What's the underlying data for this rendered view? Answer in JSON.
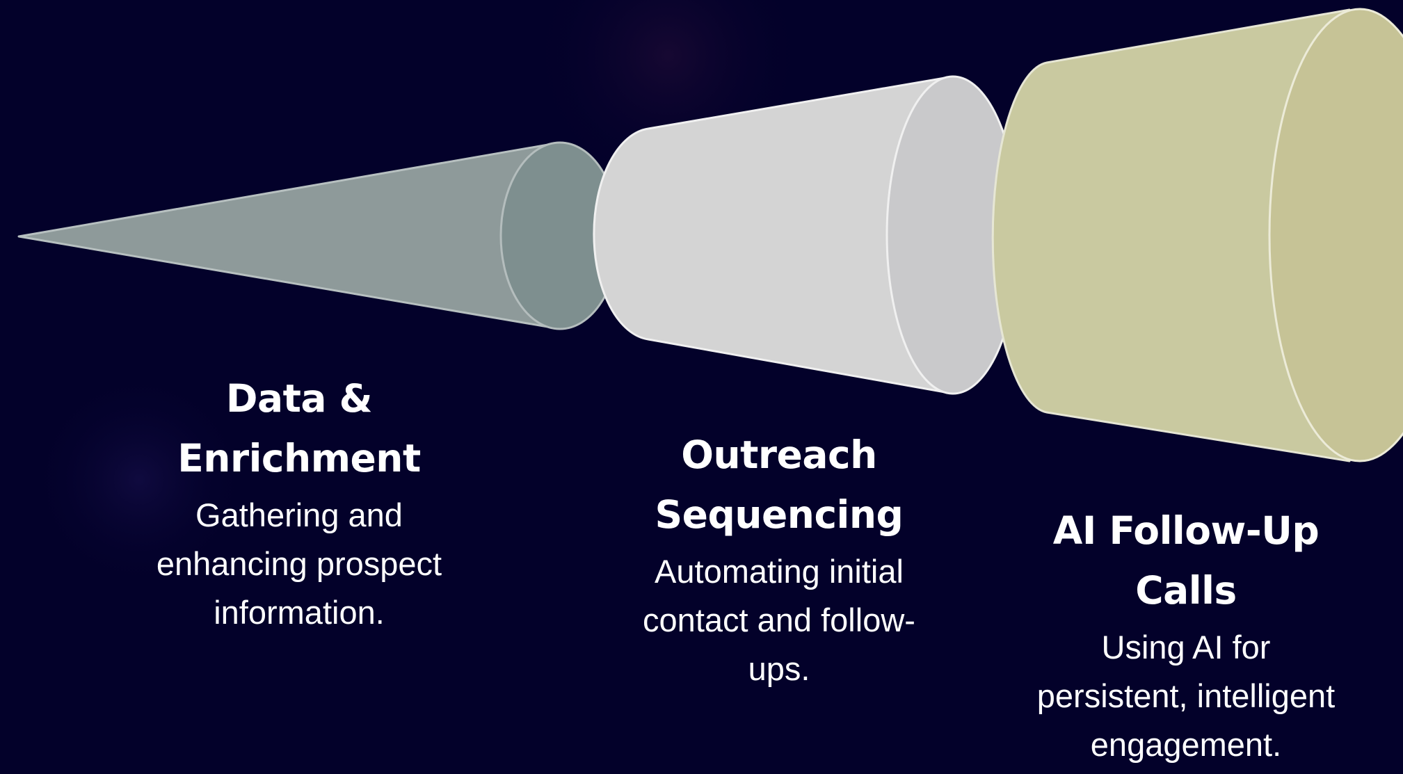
{
  "colors": {
    "background": "#03012a",
    "stage_1_body": "#8e9a9a",
    "stage_1_cap": "#7e8f8f",
    "stage_2_body": "#d4d4d4",
    "stage_2_cap": "#c9c9cb",
    "stage_3_body": "#c9c9a0",
    "stage_3_cap": "#c6c396",
    "outline": "#e8e8e8",
    "text": "#ffffff"
  },
  "stages": [
    {
      "title_line_1": "Data &",
      "title_line_2": "Enrichment",
      "desc_line_1": "Gathering and",
      "desc_line_2": "enhancing prospect",
      "desc_line_3": "information."
    },
    {
      "title_line_1": "Outreach",
      "title_line_2": "Sequencing",
      "desc_line_1": "Automating initial",
      "desc_line_2": "contact and follow-",
      "desc_line_3": "ups."
    },
    {
      "title_line_1": "AI Follow-Up",
      "title_line_2": "Calls",
      "desc_line_1": "Using AI for",
      "desc_line_2": "persistent, intelligent",
      "desc_line_3": "engagement."
    }
  ]
}
